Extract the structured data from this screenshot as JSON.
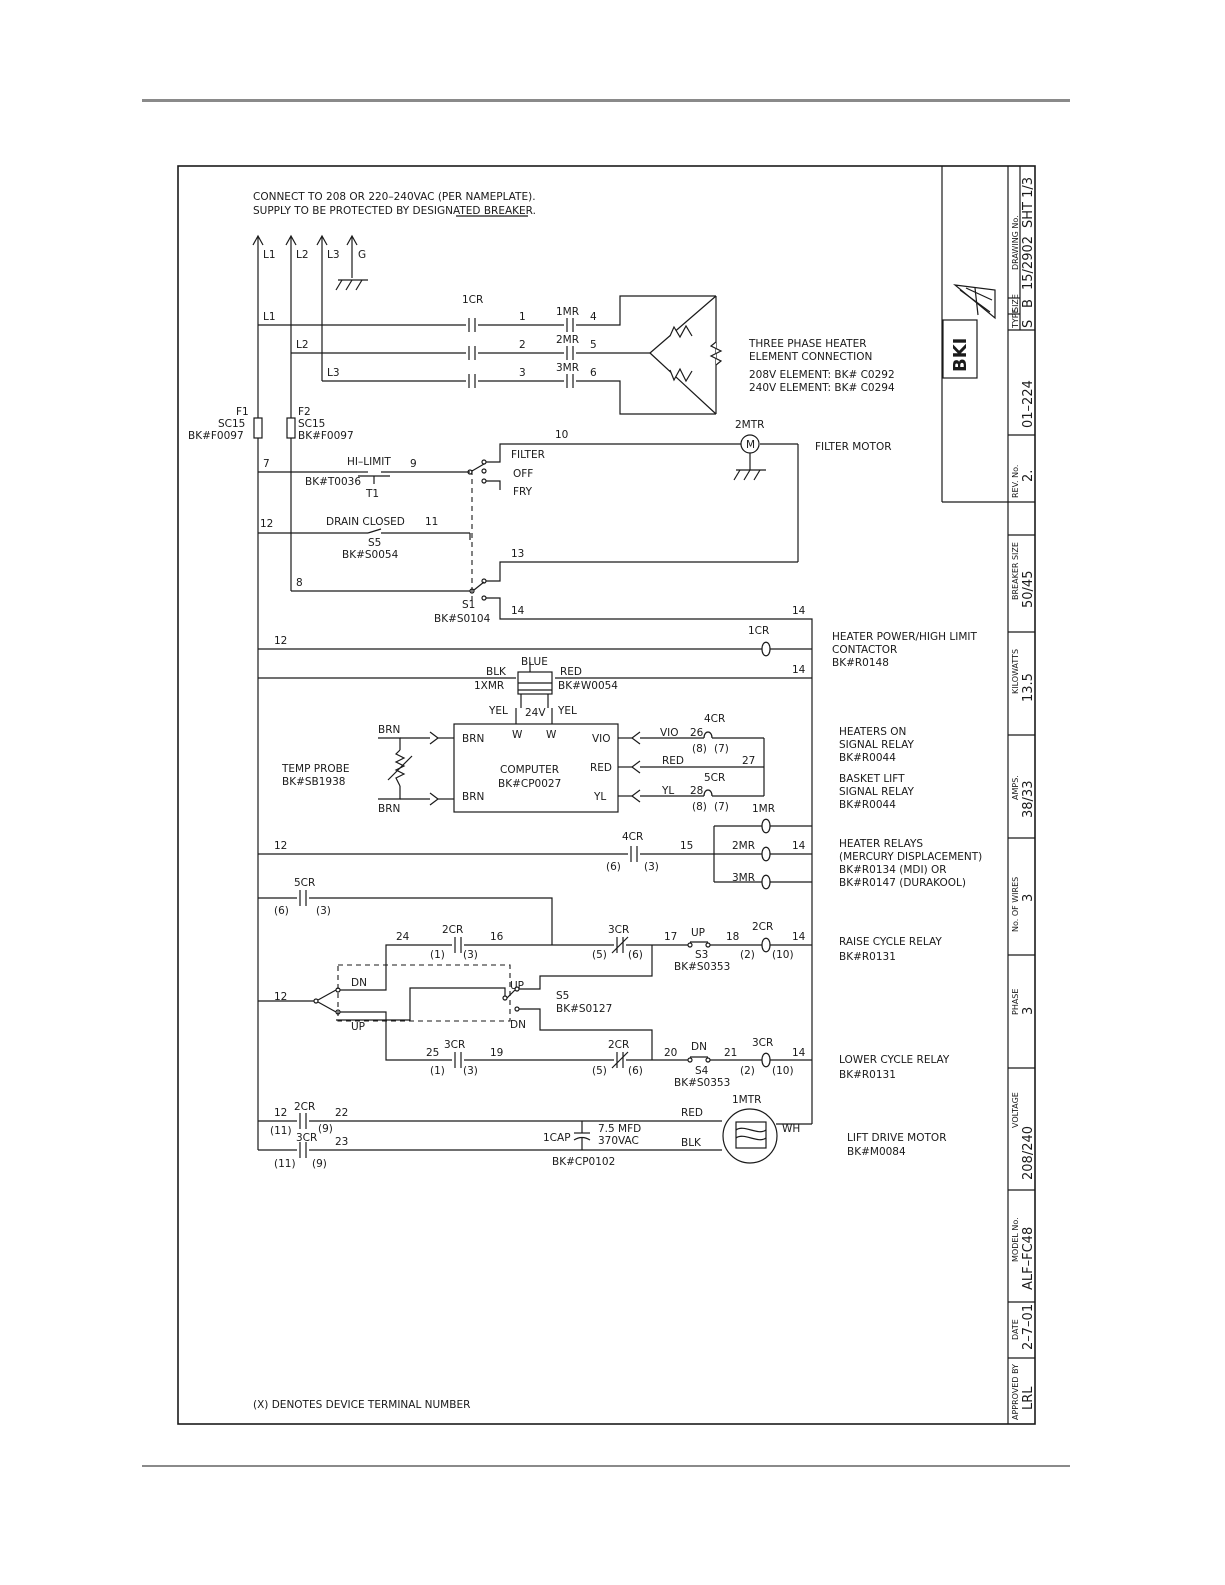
{
  "header_note": [
    "CONNECT TO 208 OR 220–240VAC (PER NAMEPLATE).",
    "SUPPLY TO BE PROTECTED BY DESIGNATED BREAKER."
  ],
  "footer_note": "(X) DENOTES DEVICE TERMINAL NUMBER",
  "supply": {
    "l1": "L1",
    "l2": "L2",
    "l3": "L3",
    "g": "G"
  },
  "fuses": {
    "f1": {
      "name": "F1",
      "type": "SC15",
      "part": "BK#F0097"
    },
    "f2": {
      "name": "F2",
      "type": "SC15",
      "part": "BK#F0097"
    }
  },
  "contactor_1cr": {
    "label": "1CR",
    "wires": [
      "1",
      "2",
      "3"
    ],
    "relays": [
      "1MR",
      "2MR",
      "3MR"
    ],
    "terms": [
      "4",
      "5",
      "6"
    ],
    "lines": [
      "L1",
      "L2",
      "L3"
    ]
  },
  "heater_element": {
    "title": [
      "THREE PHASE HEATER",
      "ELEMENT CONNECTION"
    ],
    "ratings": [
      "208V ELEMENT: BK# C0292",
      "240V ELEMENT: BK# C0294"
    ]
  },
  "filter": {
    "wire": "10",
    "motor": "2MTR",
    "motor_symbol": "M",
    "motor_label": "FILTER MOTOR",
    "positions": [
      "FILTER",
      "OFF",
      "FRY"
    ]
  },
  "hi_limit": {
    "label": "HI–LIMIT",
    "wire_in": "7",
    "wire_out": "9",
    "part": "BK#T0036",
    "id": "T1"
  },
  "drain": {
    "label": "DRAIN CLOSED",
    "wire_in": "12",
    "wire_out": "11",
    "id": "S5",
    "part": "BK#S0054"
  },
  "switch_s1": {
    "id": "S1",
    "part": "BK#S0104",
    "wires": [
      "8",
      "13",
      "14",
      "14"
    ]
  },
  "heater_power": {
    "wire_a": "12",
    "relay": "1CR",
    "label": [
      "HEATER POWER/HIGH LIMIT",
      "CONTACTOR",
      "BK#R0148"
    ]
  },
  "transformer": {
    "ref": "1XMR",
    "part": "BK#W0054",
    "leads": [
      "BLK",
      "BLUE",
      "RED",
      "YEL",
      "YEL"
    ],
    "volt": "24V",
    "wire": "14"
  },
  "computer": {
    "label": "COMPUTER",
    "part": "BK#CP0027",
    "pins": [
      "BRN",
      "BRN",
      "W",
      "W",
      "VIO",
      "RED",
      "YL"
    ]
  },
  "probe": {
    "label": "TEMP PROBE",
    "part": "BK#SB1938",
    "leads": [
      "BRN",
      "BRN"
    ]
  },
  "signal_relays": {
    "r4cr": {
      "id": "4CR",
      "wire_color": "VIO",
      "wire": "26",
      "terms": [
        "(8)",
        "(7)"
      ]
    },
    "common": {
      "color": "RED",
      "wire": "27"
    },
    "r5cr": {
      "id": "5CR",
      "wire_color": "YL",
      "wire": "28",
      "terms": [
        "(8)",
        "(7)"
      ]
    },
    "labels": [
      [
        "HEATERS ON",
        "SIGNAL RELAY",
        "BK#R0044"
      ],
      [
        "BASKET LIFT",
        "SIGNAL RELAY",
        "BK#R0044"
      ]
    ]
  },
  "heater_relays": {
    "wire_in": "12",
    "contact": "4CR",
    "terms": [
      "(6)",
      "(3)"
    ],
    "wire": "15",
    "wire_out": "14",
    "coils": [
      "1MR",
      "2MR",
      "3MR"
    ],
    "label": [
      "HEATER RELAYS",
      "(MERCURY DISPLACEMENT)",
      "BK#R0134 (MDI) OR",
      "BK#R0147 (DURAKOOL)"
    ]
  },
  "c5cr": {
    "id": "5CR",
    "terms": [
      "(6)",
      "(3)"
    ]
  },
  "raise": {
    "wires": [
      "24",
      "16",
      "17",
      "18",
      "14"
    ],
    "c2cr": "2CR",
    "c2cr_terms": [
      "(1)",
      "(3)"
    ],
    "c3cr": "3CR",
    "c3cr_terms": [
      "(5)",
      "(6)"
    ],
    "switch": "UP",
    "sw_id": "S3",
    "sw_part": "BK#S0353",
    "coil": "2CR",
    "coil_terms": [
      "(2)",
      "(10)"
    ],
    "label": [
      "RAISE CYCLE RELAY",
      "BK#R0131"
    ]
  },
  "updn": {
    "wire": "12",
    "dn": "DN",
    "up": "UP",
    "id": "S5",
    "part": "BK#S0127"
  },
  "lower": {
    "wires": [
      "25",
      "19",
      "20",
      "21",
      "14"
    ],
    "c3cr": "3CR",
    "c3cr_terms": [
      "(1)",
      "(3)"
    ],
    "c2cr": "2CR",
    "c2cr_terms": [
      "(5)",
      "(6)"
    ],
    "switch": "DN",
    "sw_id": "S4",
    "sw_part": "BK#S0353",
    "coil": "3CR",
    "coil_terms": [
      "(2)",
      "(10)"
    ],
    "label": [
      "LOWER CYCLE RELAY",
      "BK#R0131"
    ]
  },
  "lift_motor": {
    "wires": [
      "12",
      "22",
      "23"
    ],
    "c2cr": "2CR",
    "c2cr_terms": [
      "(11)",
      "(9)"
    ],
    "c3cr": "3CR",
    "c3cr_terms": [
      "(11)",
      "(9)"
    ],
    "cap": "1CAP",
    "cap_rating": [
      "7.5 MFD",
      "370VAC"
    ],
    "cap_part": "BK#CP0102",
    "motor": "1MTR",
    "colors": [
      "RED",
      "BLK",
      "WH"
    ],
    "label": [
      "LIFT DRIVE MOTOR",
      "BK#M0084"
    ]
  },
  "title_block": {
    "logo": "BKI",
    "type_label": "TYPE",
    "type_value": "S",
    "size_label": "SIZE",
    "size_value": "B",
    "drawing_label": "DRAWING No.",
    "drawing_value": "15/2902",
    "sheet_value": "SHT 1/3",
    "number_value": "01–224",
    "rev_label": "REV. No.",
    "rev_value": "2.",
    "fields": [
      {
        "label": "BREAKER SIZE",
        "value": "50/45"
      },
      {
        "label": "KILOWATTS",
        "value": "13.5"
      },
      {
        "label": "AMPS.",
        "value": "38/33"
      },
      {
        "label": "No. OF WIRES",
        "value": "3"
      },
      {
        "label": "PHASE",
        "value": "3"
      },
      {
        "label": "VOLTAGE",
        "value": "208/240"
      },
      {
        "label": "MODEL No.",
        "value": "ALF–FC48"
      },
      {
        "label": "DATE",
        "value": "2–7–01"
      },
      {
        "label": "APPROVED BY",
        "value": "LRL"
      }
    ]
  }
}
